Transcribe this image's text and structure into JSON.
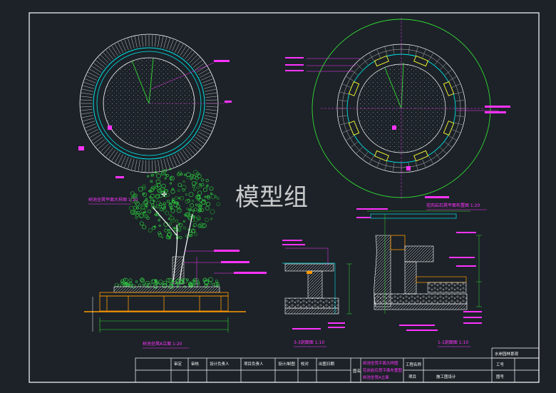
{
  "watermark": "模型组",
  "captions": {
    "plan_left": "树池坐凳平面大样图 1:20",
    "plan_right": "花岗岩石凳平面布置图 1:20",
    "elevation": "树池坐凳A立面 1:20",
    "section_3": "3-3剖面图 1:10",
    "section_1": "1-1剖面图 1:10"
  },
  "title_block": {
    "headers": [
      "审定",
      "审核",
      "设计负责人",
      "项目负责人",
      "设计/制图",
      "校对",
      "出图日期"
    ],
    "drawing_label": "图名",
    "drawing_titles": [
      "树池坐凳平面大样图",
      "花岗岩石凳平面布置图",
      "树池坐凳A立面"
    ],
    "project_name_label": "工程名称",
    "project_label": "项目",
    "project_value": "施工图设计",
    "company": "水岸园林景观",
    "job_no_label": "工号",
    "sheet_no_label": "图号"
  },
  "colors": {
    "background": "#1c2228",
    "frame": "#ffffff",
    "cyan": "#00e5e5",
    "green": "#33dd33",
    "magenta": "#ff33ff",
    "orange": "#ff9900",
    "yellow": "#ffff33"
  }
}
